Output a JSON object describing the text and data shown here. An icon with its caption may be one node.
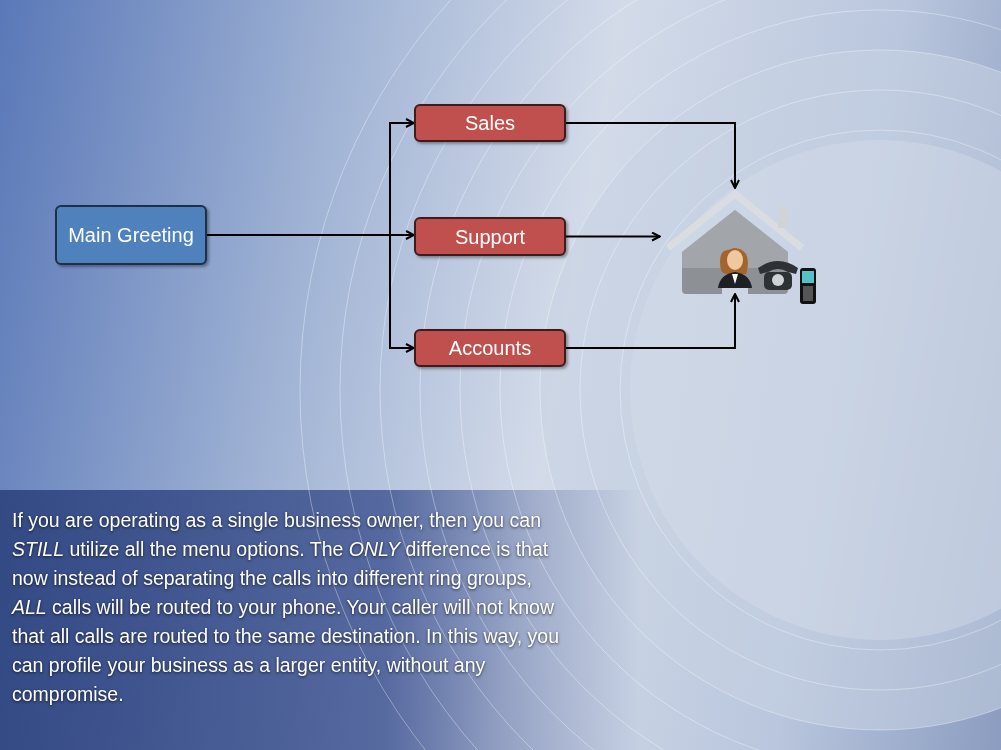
{
  "diagram": {
    "nodes": [
      {
        "text": [
          "Main Greeting"
        ]
      },
      {
        "text": [
          "Sales"
        ]
      },
      {
        "text": [
          "Support"
        ]
      },
      {
        "text": [
          "Accounts"
        ]
      },
      {
        "text": [],
        "shape": "picture"
      }
    ],
    "edges": [
      {
        "from": 0,
        "to": 1,
        "arrow": "to"
      },
      {
        "from": 0,
        "to": 2,
        "arrow": "to"
      },
      {
        "from": 0,
        "to": 3,
        "arrow": "to"
      },
      {
        "from": 1,
        "to": 4,
        "arrow": "to"
      },
      {
        "from": 2,
        "to": 4,
        "arrow": "to"
      },
      {
        "from": 3,
        "to": 4,
        "arrow": "to"
      }
    ],
    "labels": [
      "If you are operating as a single business owner, then you can *STILL* utilize all the menu options. The *ONLY* difference is that now instead of separating the calls into different ring groups, *ALL* calls will be routed to your phone. Your caller will not know that all calls are routed to the same destination. In this way, you can profile your business as a larger entity, without any compromise."
    ]
  }
}
